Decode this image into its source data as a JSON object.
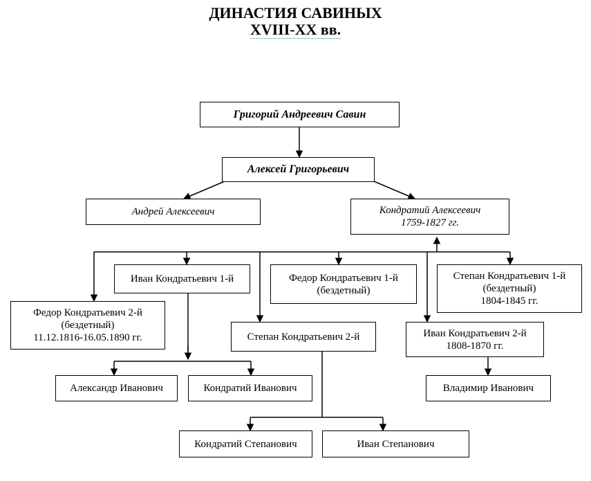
{
  "title": {
    "line1": "ДИНАСТИЯ САВИНЫХ",
    "line2": "XVIII-XX  вв."
  },
  "people": {
    "grigory": [
      "Григорий Андреевич  Савин"
    ],
    "aleksey": [
      "Алексей Григорьевич"
    ],
    "andrey": [
      "Андрей Алексеевич"
    ],
    "kondraty": [
      "Кондратий Алексеевич",
      "1759-1827 гг."
    ],
    "ivan1": [
      "Иван Кондратьевич 1-й"
    ],
    "fedor1": [
      "Федор Кондратьевич 1-й",
      "(бездетный)"
    ],
    "stepan1": [
      "Степан Кондратьевич 1-й",
      "(бездетный)",
      "1804-1845 гг."
    ],
    "fedor2": [
      "Федор Кондратьевич 2-й",
      "(бездетный)",
      "11.12.1816-16.05.1890 гг."
    ],
    "stepan2": [
      "Степан Кондратьевич 2-й"
    ],
    "ivan2": [
      "Иван Кондратьевич 2-й",
      "1808-1870 гг."
    ],
    "aleksandr": [
      "Александр Иванович"
    ],
    "kondraty_iv": [
      "Кондратий Иванович"
    ],
    "vladimir": [
      "Владимир Иванович"
    ],
    "kondraty_st": [
      "Кондратий Степанович"
    ],
    "ivan_st": [
      "Иван Степанович"
    ]
  }
}
